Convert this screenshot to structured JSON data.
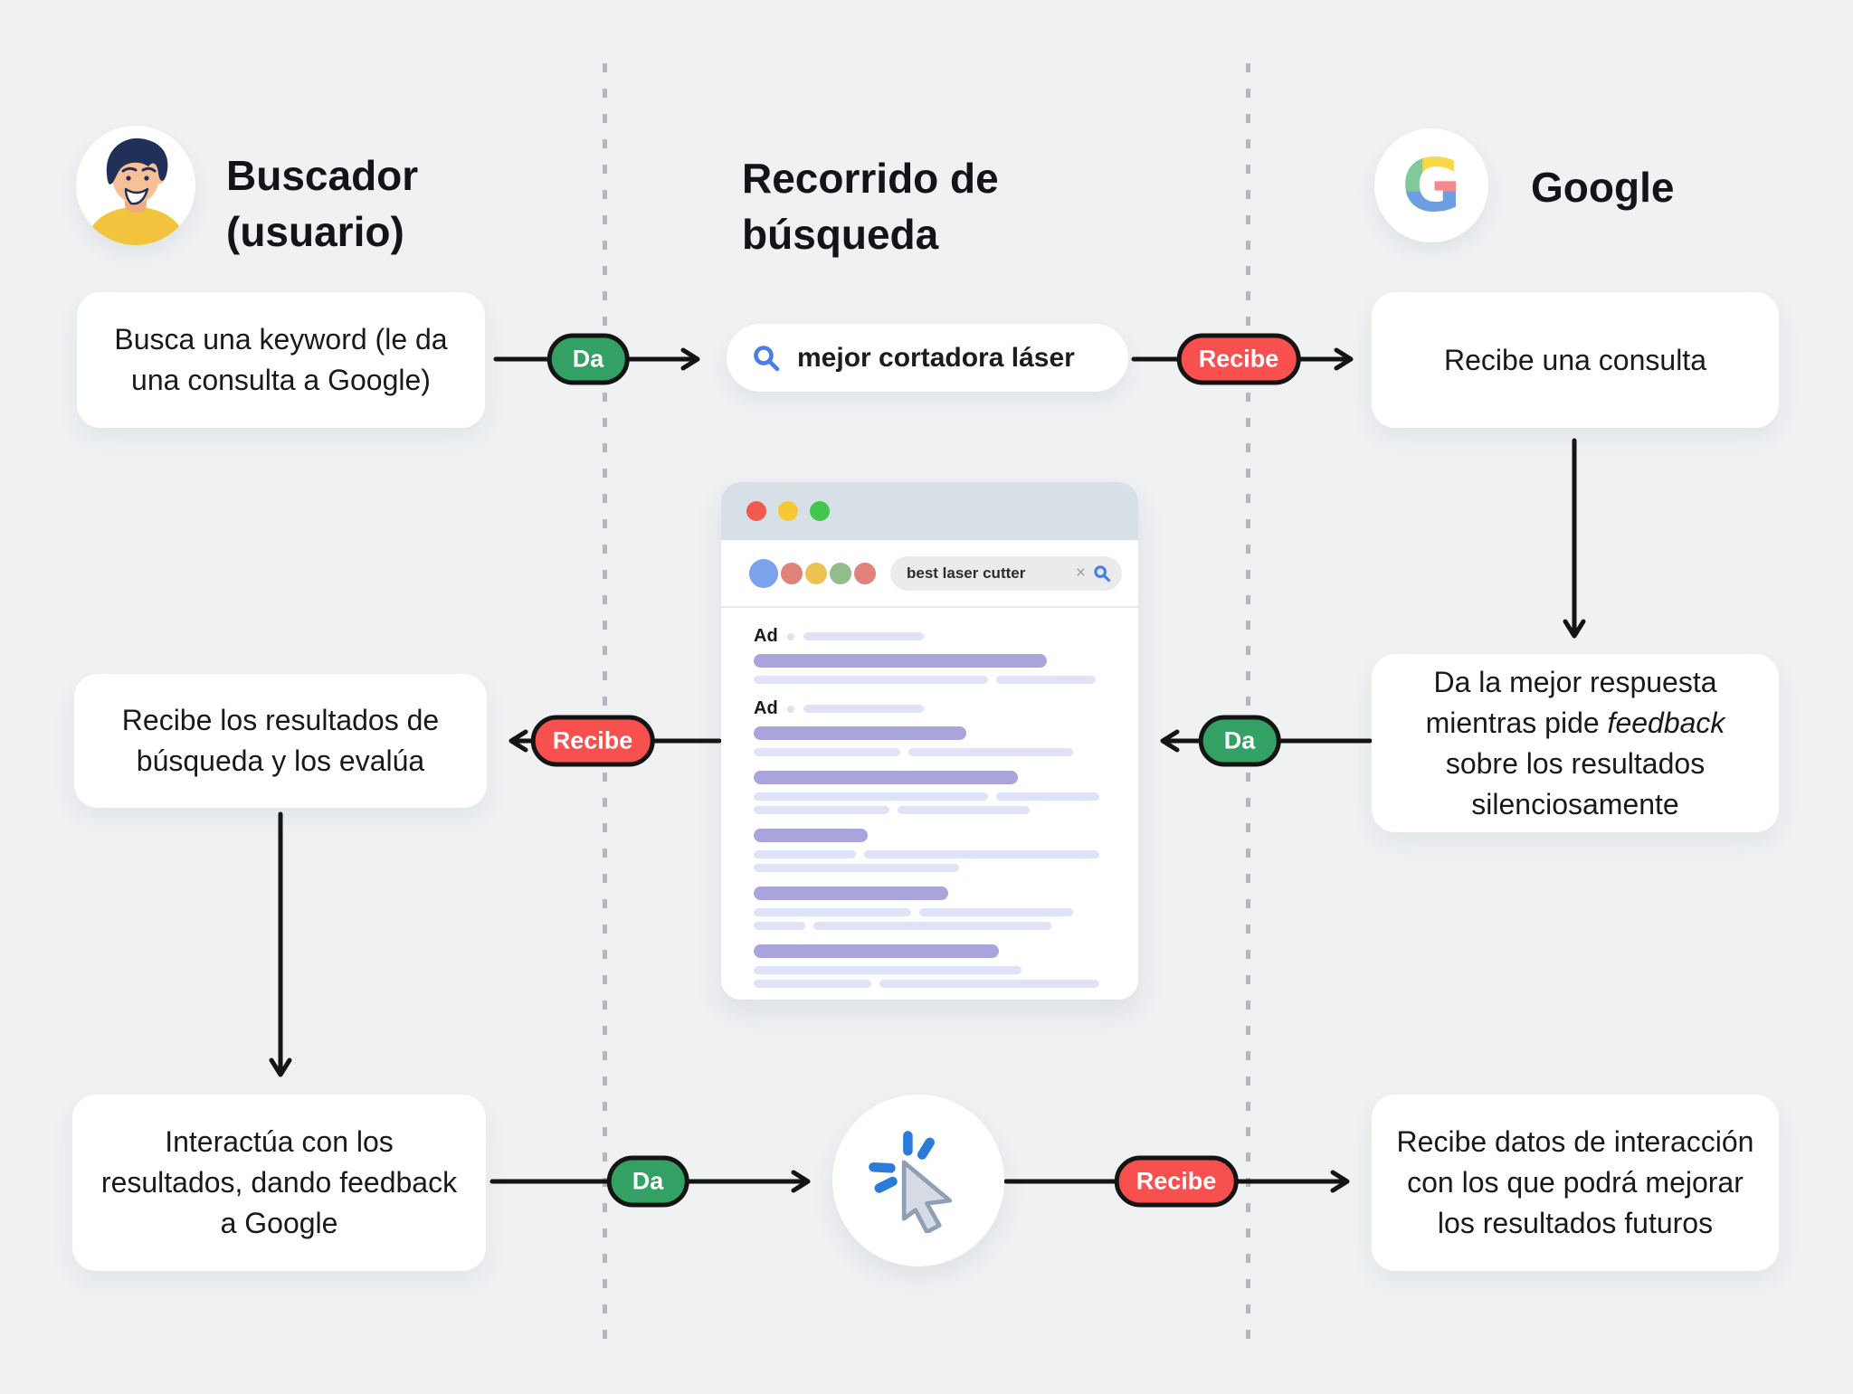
{
  "page": {
    "background": "#eff1f3",
    "divider_color": "#b4b7bc"
  },
  "columns": {
    "user": {
      "title": "Buscador (usuario)"
    },
    "journey": {
      "title": "Recorrido de búsqueda"
    },
    "google": {
      "title": "Google"
    }
  },
  "badges": {
    "da": "Da",
    "recibe": "Recibe",
    "green": "#34a164",
    "red": "#f8504f"
  },
  "boxes": {
    "user_search": "Busca una keyword (le da una consulta a Google)",
    "google_receive": "Recibe una consulta",
    "google_answer": {
      "part1": "Da la mejor respuesta mientras pide ",
      "italic": "feedback",
      "part2": " sobre los resultados silenciosamente"
    },
    "user_results": "Recibe los resultados de búsqueda y los evalúa",
    "user_interact": "Interactúa con los resultados, dando feedback a Google",
    "google_data": "Recibe datos de interacción con los que podrá mejorar los resultados futuros"
  },
  "query_pill": {
    "text": "mejor cortadora láser",
    "icon_color": "#4a7de8"
  },
  "browser": {
    "traffic_lights": [
      "#f25a50",
      "#f6c832",
      "#43c64f"
    ],
    "logo_dots": [
      {
        "c": "#7ba2ec",
        "d": 32
      },
      {
        "c": "#e2837b",
        "d": 24
      },
      {
        "c": "#eec153",
        "d": 24
      },
      {
        "c": "#92bc8a",
        "d": 24
      },
      {
        "c": "#e2837b",
        "d": 24
      }
    ],
    "search_value": "best laser cutter",
    "clear_icon": "×",
    "ad_label": "Ad",
    "bar_colors": {
      "title": "#aaa4dd",
      "line": "#dfe3f7"
    },
    "blocks": [
      {
        "ad": true,
        "ad_bar": 33,
        "title": 80,
        "lines": [
          [
            64,
            27
          ]
        ]
      },
      {
        "ad": true,
        "ad_bar": 33,
        "title": 58,
        "lines": [
          [
            40,
            45
          ]
        ]
      },
      {
        "ad": false,
        "title": 72,
        "lines": [
          [
            64,
            28
          ],
          [
            37,
            36
          ]
        ]
      },
      {
        "ad": false,
        "title": 31,
        "lines": [
          [
            28,
            64
          ],
          [
            56
          ]
        ]
      },
      {
        "ad": false,
        "title": 53,
        "lines": [
          [
            43,
            42
          ],
          [
            14,
            65
          ]
        ]
      },
      {
        "ad": false,
        "title": 67,
        "lines": [
          [
            73
          ],
          [
            32,
            60
          ]
        ]
      }
    ]
  },
  "logo_colors": {
    "g_green": "#82c89d",
    "g_yellow": "#f8d847",
    "g_pink": "#f5898f",
    "g_blue": "#6d9ee0"
  }
}
